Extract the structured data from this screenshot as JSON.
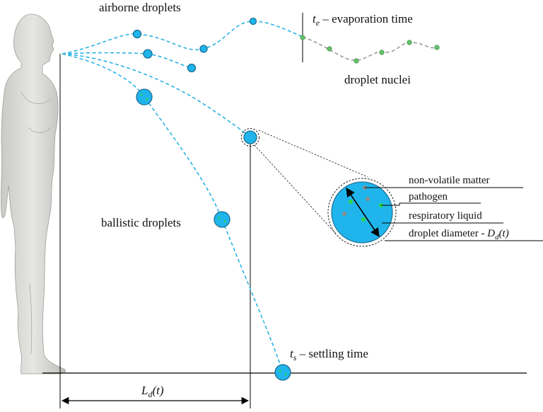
{
  "labels": {
    "airborne": "airborne droplets",
    "ballistic": "ballistic droplets",
    "nuclei": "droplet nuclei",
    "evaporation": {
      "symbol": "t",
      "sub": "e",
      "text": " – evaporation time"
    },
    "settling": {
      "symbol": "t",
      "sub": "s",
      "text": " – settling time"
    },
    "distance": {
      "symbol": "L",
      "sub": "d",
      "arg": "(t)"
    },
    "zoom": {
      "non_volatile": "non-volatile matter",
      "pathogen": "pathogen",
      "respiratory": "respiratory liquid",
      "diameter_text": "droplet diameter - ",
      "diameter_symbol": "D",
      "diameter_sub": "d",
      "diameter_arg": "(t)"
    }
  },
  "colors": {
    "droplet_fill": "#1fb5ec",
    "droplet_stroke": "#1d6f93",
    "trajectory": "#2bb3e3",
    "nuclei_trajectory": "#9a9a9a",
    "nuclei_dot": "#63c06b",
    "pathogen": "#2cd64a",
    "non_volatile": "#8a8a8a",
    "body": "#d9d9d6"
  },
  "icons": {
    "human": "human-figure-icon"
  }
}
